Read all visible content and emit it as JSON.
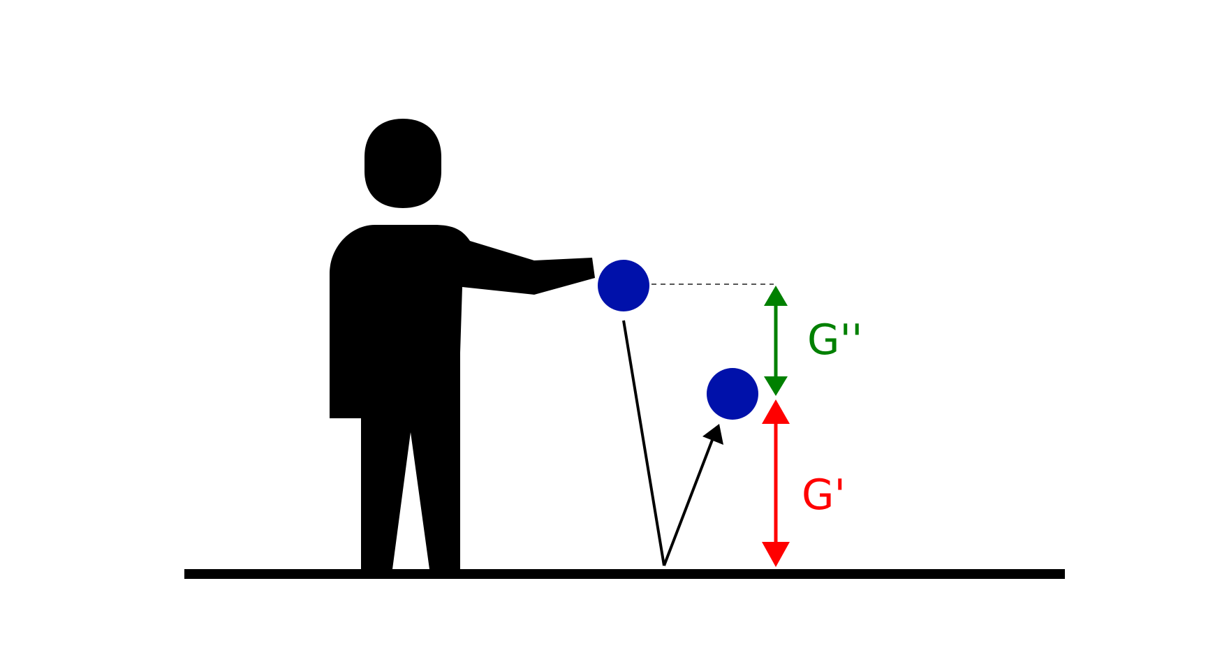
{
  "labels": {
    "storage_label": "G''",
    "loss_label": "G'"
  },
  "colors": {
    "background": "#ffffff",
    "silhouette": "#000000",
    "ball": "#0011aa",
    "storage_arrow": "#008000",
    "loss_arrow": "#ff0000",
    "path": "#000000",
    "reference_line": "#555555"
  },
  "icons": {
    "person": "person-silhouette-icon",
    "ball": "circle"
  }
}
